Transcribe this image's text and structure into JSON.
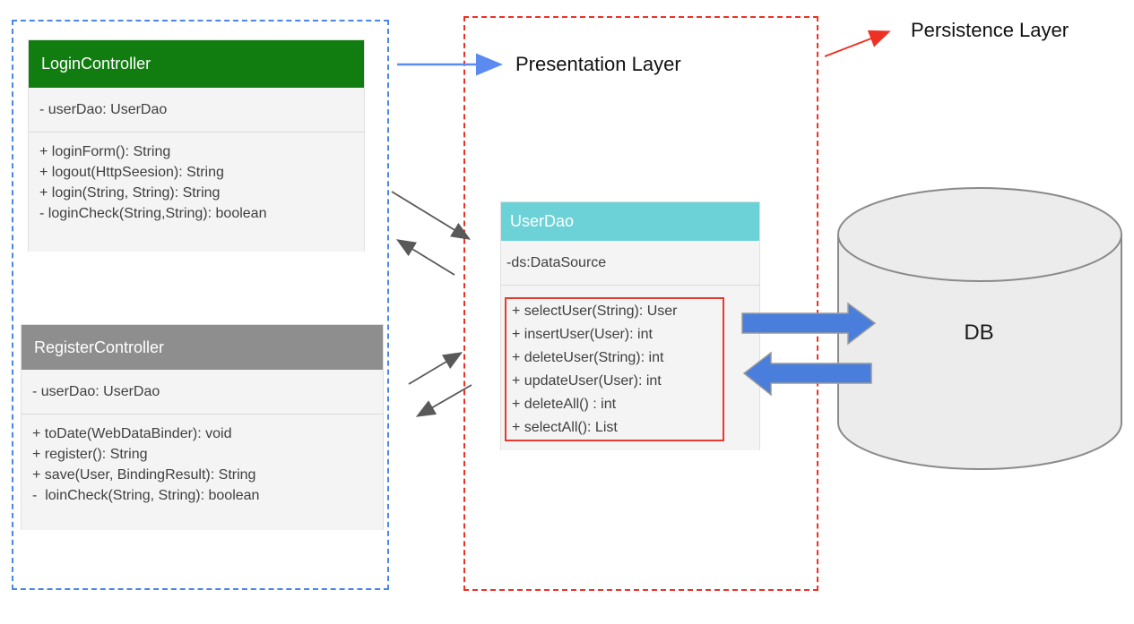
{
  "labels": {
    "presentation_layer": "Presentation Layer",
    "persistence_layer": "Persistence Layer",
    "db": "DB"
  },
  "classes": {
    "login_controller": {
      "name": "LoginController",
      "attributes": [
        "- userDao: UserDao"
      ],
      "methods": [
        "+ loginForm(): String",
        "+ logout(HttpSeesion): String",
        "+ login(String, String): String",
        "- loginCheck(String,String): boolean"
      ]
    },
    "register_controller": {
      "name": "RegisterController",
      "attributes": [
        "- userDao: UserDao"
      ],
      "methods": [
        "+ toDate(WebDataBinder): void",
        "+ register(): String",
        "+ save(User, BindingResult): String",
        "-  loinCheck(String, String): boolean"
      ]
    },
    "user_dao": {
      "name": "UserDao",
      "attributes": [
        "-ds:DataSource"
      ],
      "methods": [
        "+ selectUser(String): User",
        "+ insertUser(User): int",
        "+ deleteUser(String): int",
        "+ updateUser(User): int",
        "+ deleteAll() : int",
        "+ selectAll(): List"
      ]
    }
  },
  "colors": {
    "login_header_green": "#117d11",
    "register_header_gray": "#8e8e8e",
    "userdao_header_cyan": "#6cd2d8",
    "presentation_boundary_blue": "#4a86e8",
    "persistence_boundary_red": "#ee3124",
    "method_highlight_red": "#e83a30",
    "db_arrow_blue": "#4a7edd",
    "thin_arrow_gray": "#595959",
    "cylinder_fill": "#ececec"
  }
}
